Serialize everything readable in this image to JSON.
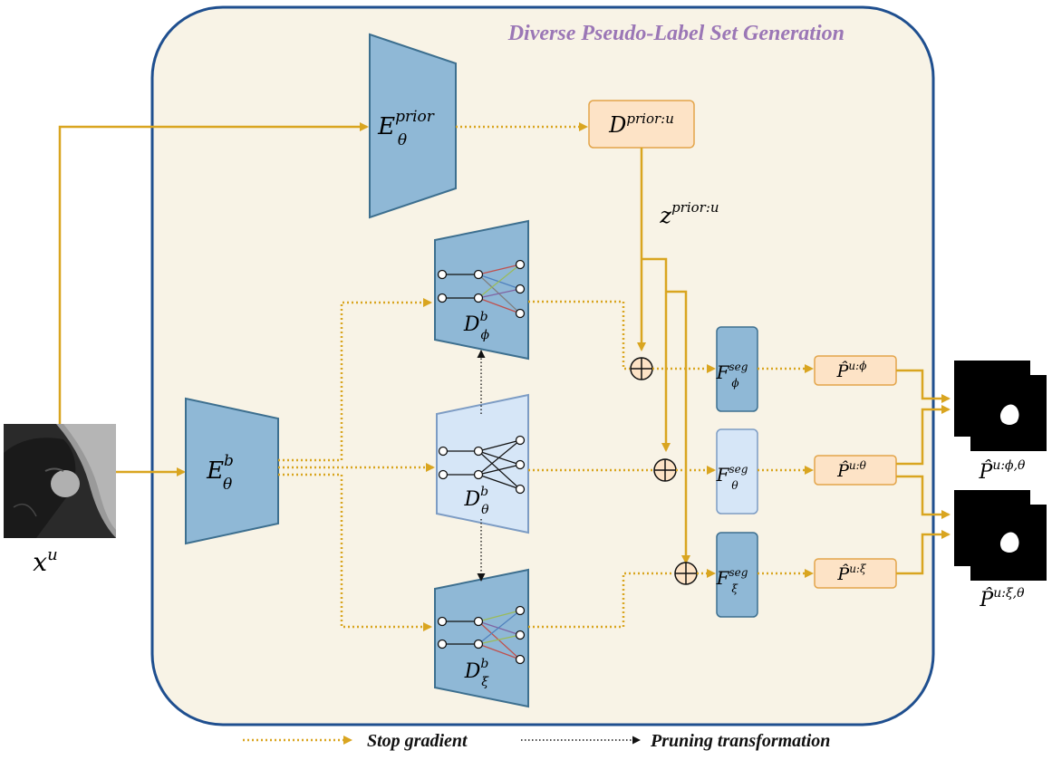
{
  "panel": {
    "title": "Diverse Pseudo-Label Set Generation"
  },
  "colors": {
    "panel_border": "#1f4f8f",
    "panel_fill": "#f8f3e6",
    "block_blue": "#8fb8d6",
    "block_blue_stroke": "#3d6f8f",
    "block_light": "#d6e6f7",
    "block_light_stroke": "#7d9cc4",
    "orange_fill": "#fde3c6",
    "orange_stroke": "#e3a54a",
    "arrow_gold": "#d9a520",
    "title_purple": "#9b77b6"
  },
  "labels": {
    "input": {
      "base": "x",
      "sup": "u"
    },
    "enc_prior": {
      "base": "E",
      "sup": "prior",
      "sub": "θ"
    },
    "enc_b": {
      "base": "E",
      "sup": "b",
      "sub": "θ"
    },
    "d_prior": {
      "base": "D",
      "sup": "prior:u"
    },
    "z_prior": {
      "base": "z",
      "sup": "prior:u"
    },
    "dec_phi": {
      "base": "D",
      "sup": "b",
      "sub": "ϕ"
    },
    "dec_theta": {
      "base": "D",
      "sup": "b",
      "sub": "θ"
    },
    "dec_xi": {
      "base": "D",
      "sup": "b",
      "sub": "ξ"
    },
    "fseg_phi": {
      "base": "F",
      "sup": "seg",
      "sub": "ϕ"
    },
    "fseg_theta": {
      "base": "F",
      "sup": "seg",
      "sub": "θ"
    },
    "fseg_xi": {
      "base": "F",
      "sup": "seg",
      "sub": "ξ"
    },
    "p_phi": {
      "base": "P̂",
      "sup": "u:ϕ"
    },
    "p_theta": {
      "base": "P̂",
      "sup": "u:θ"
    },
    "p_xi": {
      "base": "P̂",
      "sup": "u:ξ"
    },
    "out_phi_theta": {
      "base": "P̂",
      "sup": "u:ϕ,θ"
    },
    "out_xi_theta": {
      "base": "P̂",
      "sup": "u:ξ,θ"
    }
  },
  "legend": {
    "stop_gradient": "Stop gradient",
    "pruning": "Pruning transformation"
  }
}
